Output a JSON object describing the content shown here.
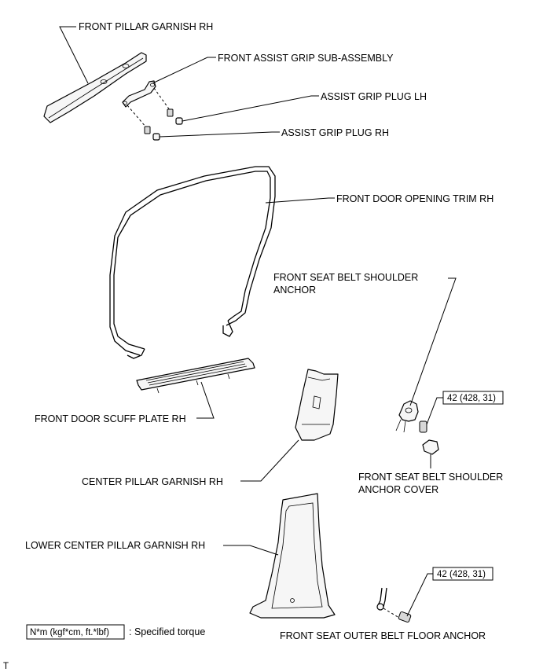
{
  "labels": {
    "front_pillar_garnish": "FRONT PILLAR GARNISH RH",
    "front_assist_grip": "FRONT ASSIST GRIP SUB-ASSEMBLY",
    "assist_grip_plug_lh": "ASSIST GRIP PLUG LH",
    "assist_grip_plug_rh": "ASSIST GRIP PLUG RH",
    "front_door_opening_trim": "FRONT DOOR OPENING TRIM RH",
    "shoulder_anchor_line1": "FRONT SEAT BELT SHOULDER",
    "shoulder_anchor_line2": "ANCHOR",
    "front_door_scuff_plate": "FRONT DOOR SCUFF PLATE RH",
    "center_pillar_garnish": "CENTER PILLAR GARNISH RH",
    "anchor_cover_line1": "FRONT SEAT BELT SHOULDER",
    "anchor_cover_line2": "ANCHOR COVER",
    "lower_center_pillar_garnish": "LOWER CENTER PILLAR GARNISH RH",
    "floor_anchor": "FRONT SEAT OUTER BELT FLOOR ANCHOR"
  },
  "torque": {
    "shoulder_anchor_value": "42 (428, 31)",
    "floor_anchor_value": "42 (428, 31)"
  },
  "legend": {
    "unit_box": "N*m (kgf*cm, ft.*lbf)",
    "description": ": Specified torque"
  },
  "corner_mark": "T"
}
